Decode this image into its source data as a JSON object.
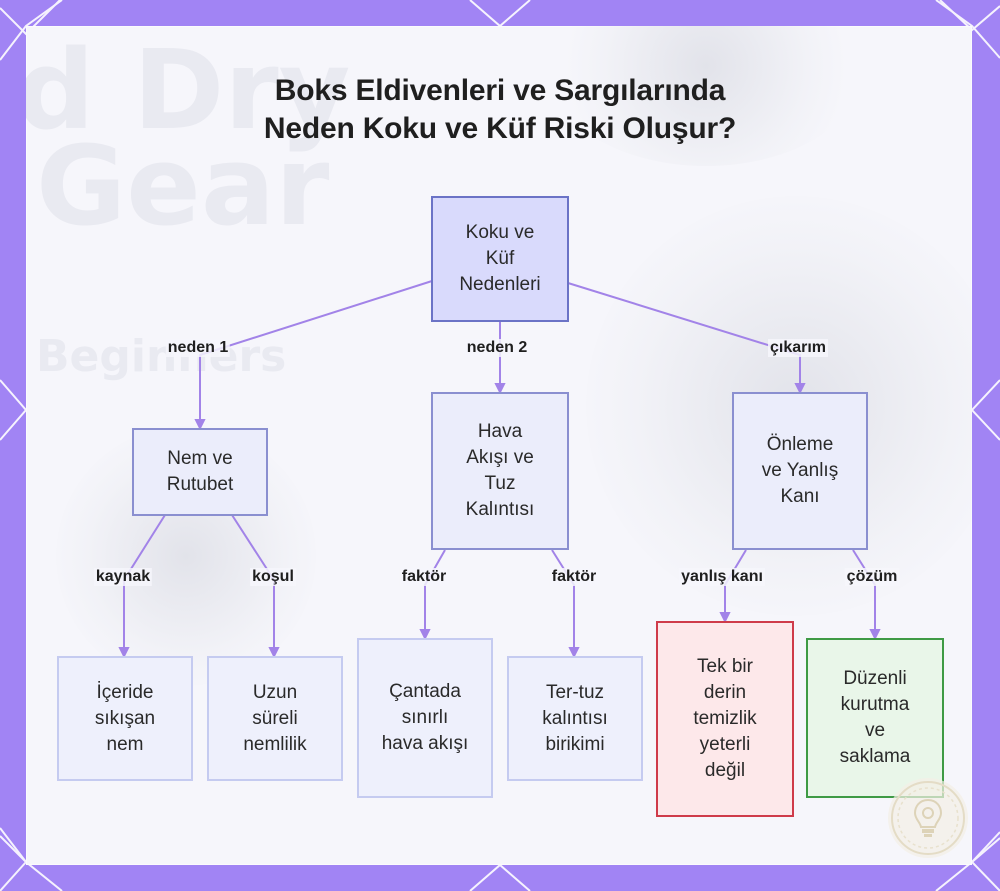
{
  "title": {
    "line1": "Boks Eldivenleri ve Sargılarında",
    "line2": "Neden Koku ve Küf Riski Oluşur?"
  },
  "background": {
    "ghost_line1": "d Dry",
    "ghost_line2": "Gear",
    "ghost_line3": "Beginners"
  },
  "colors": {
    "frame": "#a184f4",
    "panel": "#f6f6fb",
    "edge": "#a283e8",
    "root_fill": "#d9dafc",
    "warning_border": "#cf3b4a",
    "solution_border": "#3f9a45"
  },
  "nodes": {
    "root": {
      "lines": [
        "Koku ve",
        "Küf",
        "Nedenleri"
      ]
    },
    "moisture": {
      "lines": [
        "Nem ve",
        "Rutubet"
      ]
    },
    "airflow": {
      "lines": [
        "Hava",
        "Akışı ve",
        "Tuz",
        "Kalıntısı"
      ]
    },
    "prevent": {
      "lines": [
        "Önleme",
        "ve Yanlış",
        "Kanı"
      ]
    },
    "trapped": {
      "lines": [
        "İçeride",
        "sıkışan",
        "nem"
      ]
    },
    "humidity": {
      "lines": [
        "Uzun",
        "süreli",
        "nemlilik"
      ]
    },
    "bag": {
      "lines": [
        "Çantada",
        "sınırlı",
        "hava akışı"
      ]
    },
    "residue": {
      "lines": [
        "Ter-tuz",
        "kalıntısı",
        "birikimi"
      ]
    },
    "myth": {
      "lines": [
        "Tek bir",
        "derin",
        "temizlik",
        "yeterli",
        "değil"
      ]
    },
    "solution": {
      "lines": [
        "Düzenli",
        "kurutma",
        "ve",
        "saklama"
      ]
    }
  },
  "edges": {
    "root_moisture": "neden 1",
    "root_airflow": "neden 2",
    "root_prevent": "çıkarım",
    "moisture_trapped": "kaynak",
    "moisture_humidity": "koşul",
    "airflow_bag": "faktör",
    "airflow_residue": "faktör",
    "prevent_myth": "yanlış kanı",
    "prevent_solution": "çözüm"
  },
  "icons": {
    "frame_corners": "diamond-corner-icon",
    "badge": "gear-bulb-badge-icon"
  }
}
